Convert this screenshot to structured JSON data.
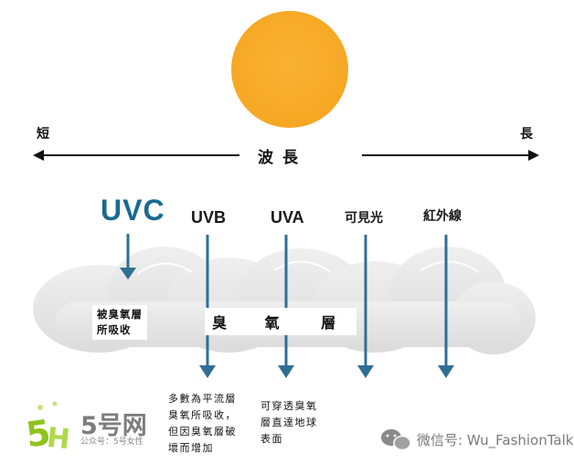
{
  "axis": {
    "short_label": "短",
    "long_label": "長",
    "title": "波長"
  },
  "bands": {
    "uvc": "UVC",
    "uvb": "UVB",
    "uva": "UVA",
    "visible": "可見光",
    "infrared": "紅外線"
  },
  "ozone": {
    "absorbed_note_line1": "被臭氧層",
    "absorbed_note_line2": "所吸收",
    "layer_chars": [
      "臭",
      "氧",
      "層"
    ]
  },
  "descriptions": {
    "uvb_line1": "多數為平流層",
    "uvb_line2": "臭氧所吸收，",
    "uvb_line3": "但因臭氧層破",
    "uvb_line4": "壞而增加",
    "uva_line1": "可穿透臭氧",
    "uva_line2": "層直達地球",
    "uva_line3": "表面"
  },
  "watermark": {
    "logo_text": "5号网",
    "logo_sub": "公众号：5号女性",
    "wechat_text": "微信号: Wu_FashionTalk"
  },
  "colors": {
    "sun": "#f9b233",
    "uvc_text": "#1a6a92",
    "arrow": "#2f6f93",
    "cloud": "#e4e4e4",
    "logo_green": "#8fc31f"
  }
}
